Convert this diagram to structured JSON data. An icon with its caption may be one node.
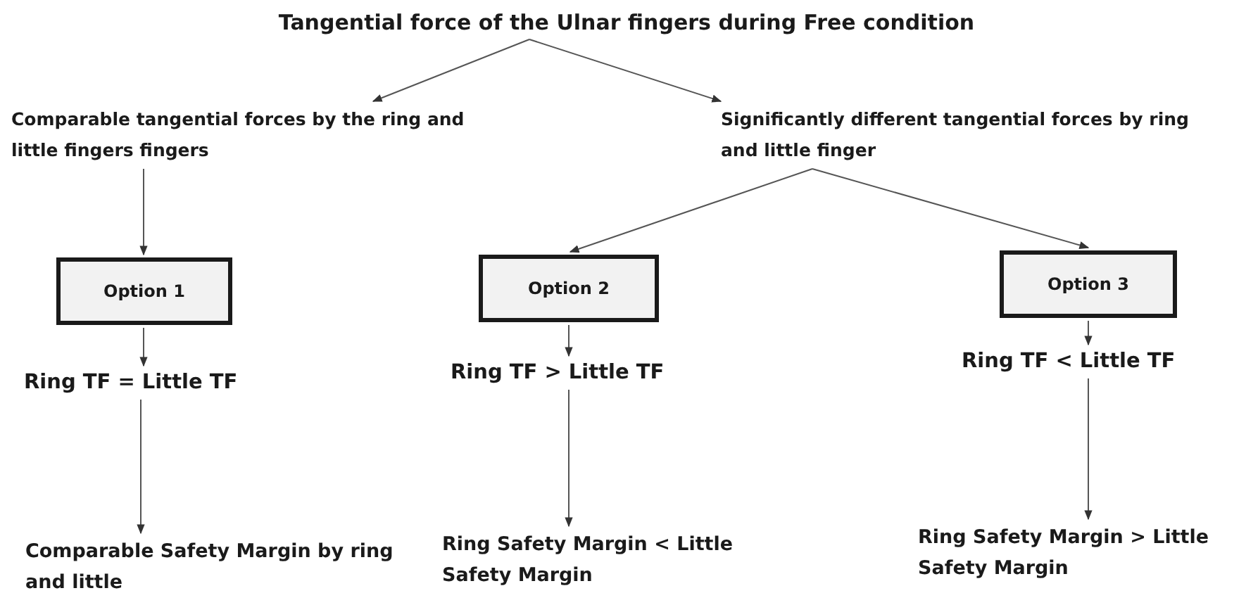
{
  "diagram": {
    "nodes": [
      {
        "text": [
          "Tangential force of the Ulnar fingers during Free condition"
        ]
      },
      {
        "text": [
          "Comparable tangential forces by the ring and little fingers fingers"
        ]
      },
      {
        "text": [
          "Significantly different tangential forces by ring and little finger"
        ]
      },
      {
        "text": [
          "Option 1"
        ]
      },
      {
        "text": [
          "Option 2"
        ]
      },
      {
        "text": [
          "Option 3"
        ]
      },
      {
        "text": [
          "Ring TF = Little TF"
        ]
      },
      {
        "text": [
          "Ring TF > Little TF"
        ]
      },
      {
        "text": [
          "Ring TF < Little TF"
        ]
      },
      {
        "text": [
          "Comparable Safety Margin by ring and little"
        ]
      },
      {
        "text": [
          "Ring Safety Margin < Little Safety Margin"
        ]
      },
      {
        "text": [
          "Ring Safety Margin > Little Safety Margin"
        ]
      }
    ],
    "edges": [
      {
        "from": 0,
        "to": 1,
        "arrow": "to"
      },
      {
        "from": 0,
        "to": 2,
        "arrow": "to"
      },
      {
        "from": 1,
        "to": 3,
        "arrow": "to"
      },
      {
        "from": 2,
        "to": 4,
        "arrow": "to"
      },
      {
        "from": 2,
        "to": 5,
        "arrow": "to"
      },
      {
        "from": 3,
        "to": 6,
        "arrow": "to"
      },
      {
        "from": 4,
        "to": 7,
        "arrow": "to"
      },
      {
        "from": 5,
        "to": 8,
        "arrow": "to"
      },
      {
        "from": 6,
        "to": 9,
        "arrow": "to"
      },
      {
        "from": 7,
        "to": 10,
        "arrow": "to"
      },
      {
        "from": 8,
        "to": 11,
        "arrow": "to"
      }
    ]
  }
}
